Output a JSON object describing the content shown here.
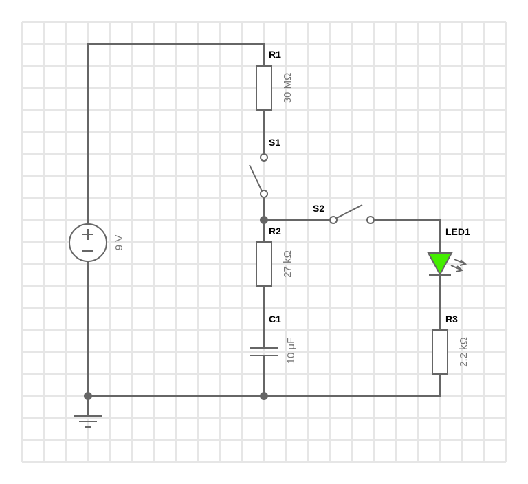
{
  "diagram": {
    "type": "circuit-schematic",
    "components": {
      "battery": {
        "id": "",
        "value": "9 V"
      },
      "r1": {
        "id": "R1",
        "value": "30 MΩ"
      },
      "s1": {
        "id": "S1",
        "state": "open"
      },
      "r2": {
        "id": "R2",
        "value": "27 kΩ"
      },
      "c1": {
        "id": "C1",
        "value": "10 µF"
      },
      "s2": {
        "id": "S2",
        "state": "open"
      },
      "led1": {
        "id": "LED1",
        "color": "#44ee00"
      },
      "r3": {
        "id": "R3",
        "value": "2.2 kΩ"
      },
      "ground": {
        "id": "GND"
      }
    },
    "colors": {
      "wire": "#666666",
      "grid": "#e6e6e6",
      "label": "#000000",
      "value": "#777777",
      "led_fill": "#44ee00"
    }
  }
}
